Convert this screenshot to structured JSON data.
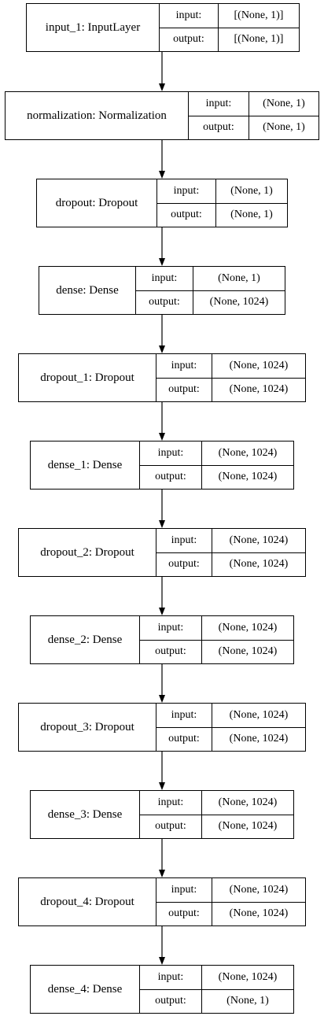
{
  "diagram": {
    "layers": [
      {
        "name": "input_1: InputLayer",
        "input_key": "input:",
        "output_key": "output:",
        "input_shape": "[(None, 1)]",
        "output_shape": "[(None, 1)]"
      },
      {
        "name": "normalization: Normalization",
        "input_key": "input:",
        "output_key": "output:",
        "input_shape": "(None, 1)",
        "output_shape": "(None, 1)"
      },
      {
        "name": "dropout: Dropout",
        "input_key": "input:",
        "output_key": "output:",
        "input_shape": "(None, 1)",
        "output_shape": "(None, 1)"
      },
      {
        "name": "dense: Dense",
        "input_key": "input:",
        "output_key": "output:",
        "input_shape": "(None, 1)",
        "output_shape": "(None, 1024)"
      },
      {
        "name": "dropout_1: Dropout",
        "input_key": "input:",
        "output_key": "output:",
        "input_shape": "(None, 1024)",
        "output_shape": "(None, 1024)"
      },
      {
        "name": "dense_1: Dense",
        "input_key": "input:",
        "output_key": "output:",
        "input_shape": "(None, 1024)",
        "output_shape": "(None, 1024)"
      },
      {
        "name": "dropout_2: Dropout",
        "input_key": "input:",
        "output_key": "output:",
        "input_shape": "(None, 1024)",
        "output_shape": "(None, 1024)"
      },
      {
        "name": "dense_2: Dense",
        "input_key": "input:",
        "output_key": "output:",
        "input_shape": "(None, 1024)",
        "output_shape": "(None, 1024)"
      },
      {
        "name": "dropout_3: Dropout",
        "input_key": "input:",
        "output_key": "output:",
        "input_shape": "(None, 1024)",
        "output_shape": "(None, 1024)"
      },
      {
        "name": "dense_3: Dense",
        "input_key": "input:",
        "output_key": "output:",
        "input_shape": "(None, 1024)",
        "output_shape": "(None, 1024)"
      },
      {
        "name": "dropout_4: Dropout",
        "input_key": "input:",
        "output_key": "output:",
        "input_shape": "(None, 1024)",
        "output_shape": "(None, 1024)"
      },
      {
        "name": "dense_4: Dense",
        "input_key": "input:",
        "output_key": "output:",
        "input_shape": "(None, 1024)",
        "output_shape": "(None, 1)"
      }
    ]
  }
}
